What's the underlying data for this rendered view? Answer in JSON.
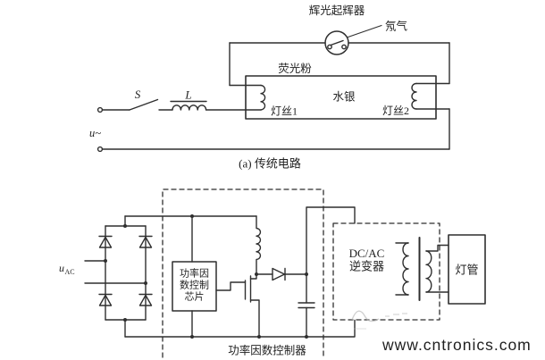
{
  "top_circuit": {
    "starter_label": "辉光起辉器",
    "neon_label": "氖气",
    "phosphor_label": "荧光粉",
    "mercury_label": "水银",
    "filament1_label": "灯丝1",
    "filament2_label": "灯丝2",
    "switch_label": "S",
    "inductor_label": "L",
    "source_label": "u~",
    "caption": "(a) 传统电路"
  },
  "bottom_circuit": {
    "source_label": "u",
    "source_sub": "AC",
    "chip_lines": [
      "功率因",
      "数控制",
      "芯片"
    ],
    "controller_label": "功率因数控制器",
    "inverter_line1": "DC/AC",
    "inverter_line2": "逆变器",
    "lamp_label": "灯管"
  },
  "watermark": {
    "text": "www.cntronics.com",
    "color": "#9fce97"
  },
  "colors": {
    "line": "#2f2f2f",
    "text": "#1f1f1f",
    "background": "#ffffff"
  }
}
